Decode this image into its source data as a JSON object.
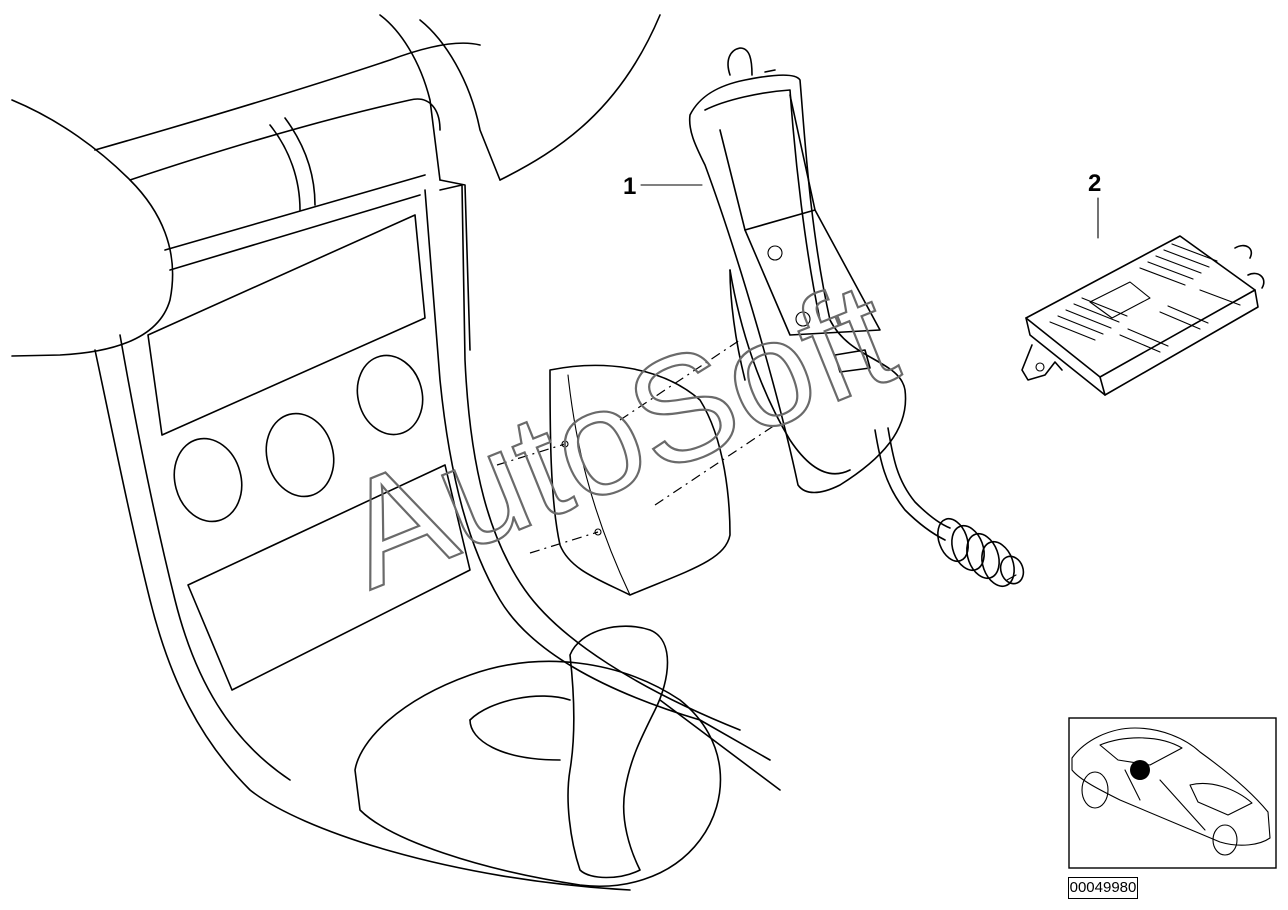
{
  "callouts": [
    {
      "id": "1",
      "label": "1"
    },
    {
      "id": "2",
      "label": "2"
    }
  ],
  "watermark": "AutoSoft",
  "reference_number": "00049980",
  "icons": [
    "dashboard-console-drawing",
    "phone-cradle-drawing",
    "control-module-drawing",
    "car-location-thumbnail"
  ]
}
